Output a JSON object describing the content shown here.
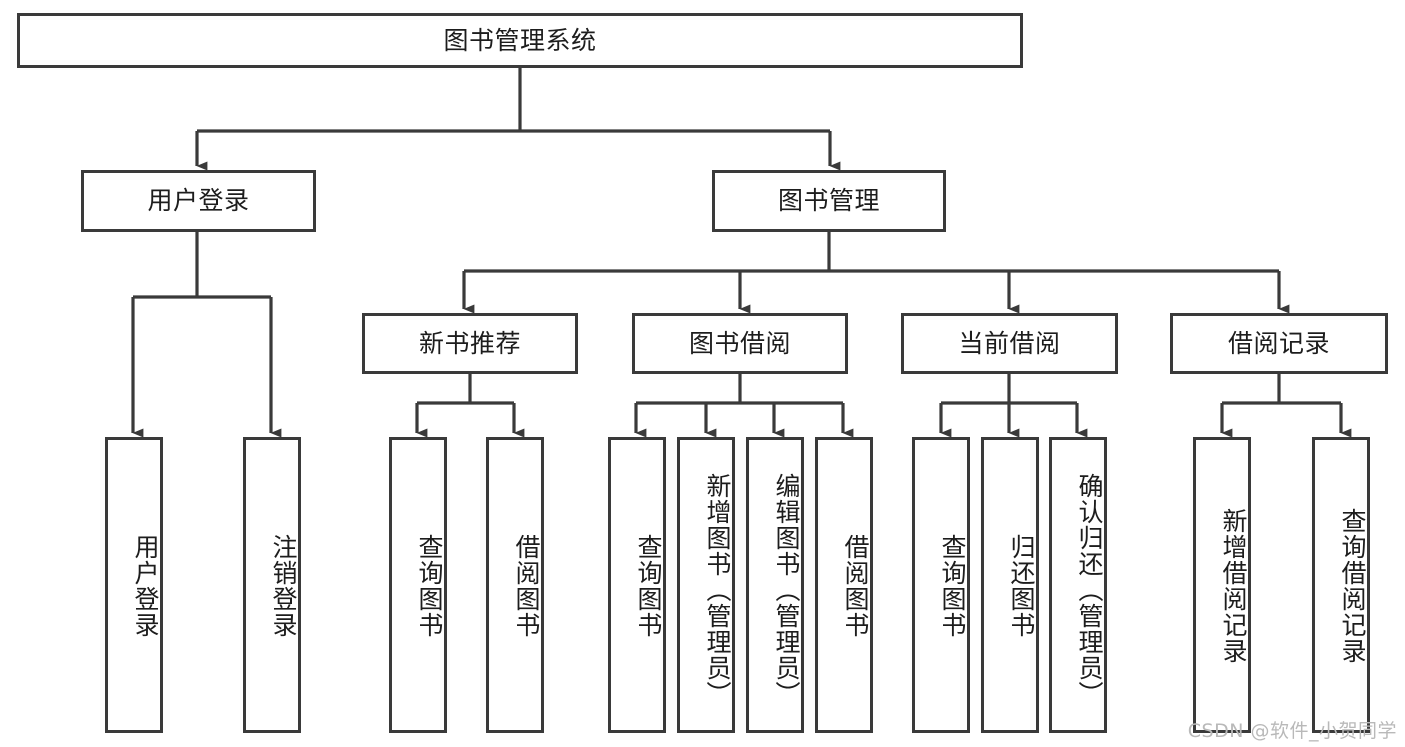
{
  "diagram": {
    "type": "tree-hierarchy-chart",
    "title": "图书管理系统",
    "root": {
      "id": "root",
      "label": "图书管理系统"
    },
    "level2": [
      {
        "id": "user-login",
        "label": "用户登录"
      },
      {
        "id": "book-management",
        "label": "图书管理"
      }
    ],
    "level3": [
      {
        "id": "new-book-recommend",
        "label": "新书推荐",
        "parent": "book-management"
      },
      {
        "id": "book-borrow",
        "label": "图书借阅",
        "parent": "book-management"
      },
      {
        "id": "current-borrow",
        "label": "当前借阅",
        "parent": "book-management"
      },
      {
        "id": "borrow-record",
        "label": "借阅记录",
        "parent": "book-management"
      }
    ],
    "leaves": {
      "user_login": [
        {
          "id": "leaf-user-login",
          "label": "用户登录"
        },
        {
          "id": "leaf-user-logout",
          "label": "注销登录"
        }
      ],
      "new_book_recommend": [
        {
          "id": "leaf-query-book-1",
          "label": "查询图书"
        },
        {
          "id": "leaf-borrow-book-1",
          "label": "借阅图书"
        }
      ],
      "book_borrow": [
        {
          "id": "leaf-query-book-2",
          "label": "查询图书"
        },
        {
          "id": "leaf-add-book",
          "label": "新增图书（管理员）"
        },
        {
          "id": "leaf-edit-book",
          "label": "编辑图书（管理员）"
        },
        {
          "id": "leaf-borrow-book-2",
          "label": "借阅图书"
        }
      ],
      "current_borrow": [
        {
          "id": "leaf-query-book-3",
          "label": "查询图书"
        },
        {
          "id": "leaf-return-book",
          "label": "归还图书"
        },
        {
          "id": "leaf-confirm-return",
          "label": "确认归还（管理员）"
        }
      ],
      "borrow_record": [
        {
          "id": "leaf-add-record",
          "label": "新增借阅记录"
        },
        {
          "id": "leaf-query-record",
          "label": "查询借阅记录"
        }
      ]
    },
    "watermark": "CSDN @软件_小贺同学",
    "colors": {
      "box_border": "#3a3a3a",
      "box_fill": "#ffffff",
      "text": "#1d1d1d",
      "connector": "#3a3a3a",
      "watermark": "#b9b9b9",
      "background": "#ffffff"
    }
  }
}
